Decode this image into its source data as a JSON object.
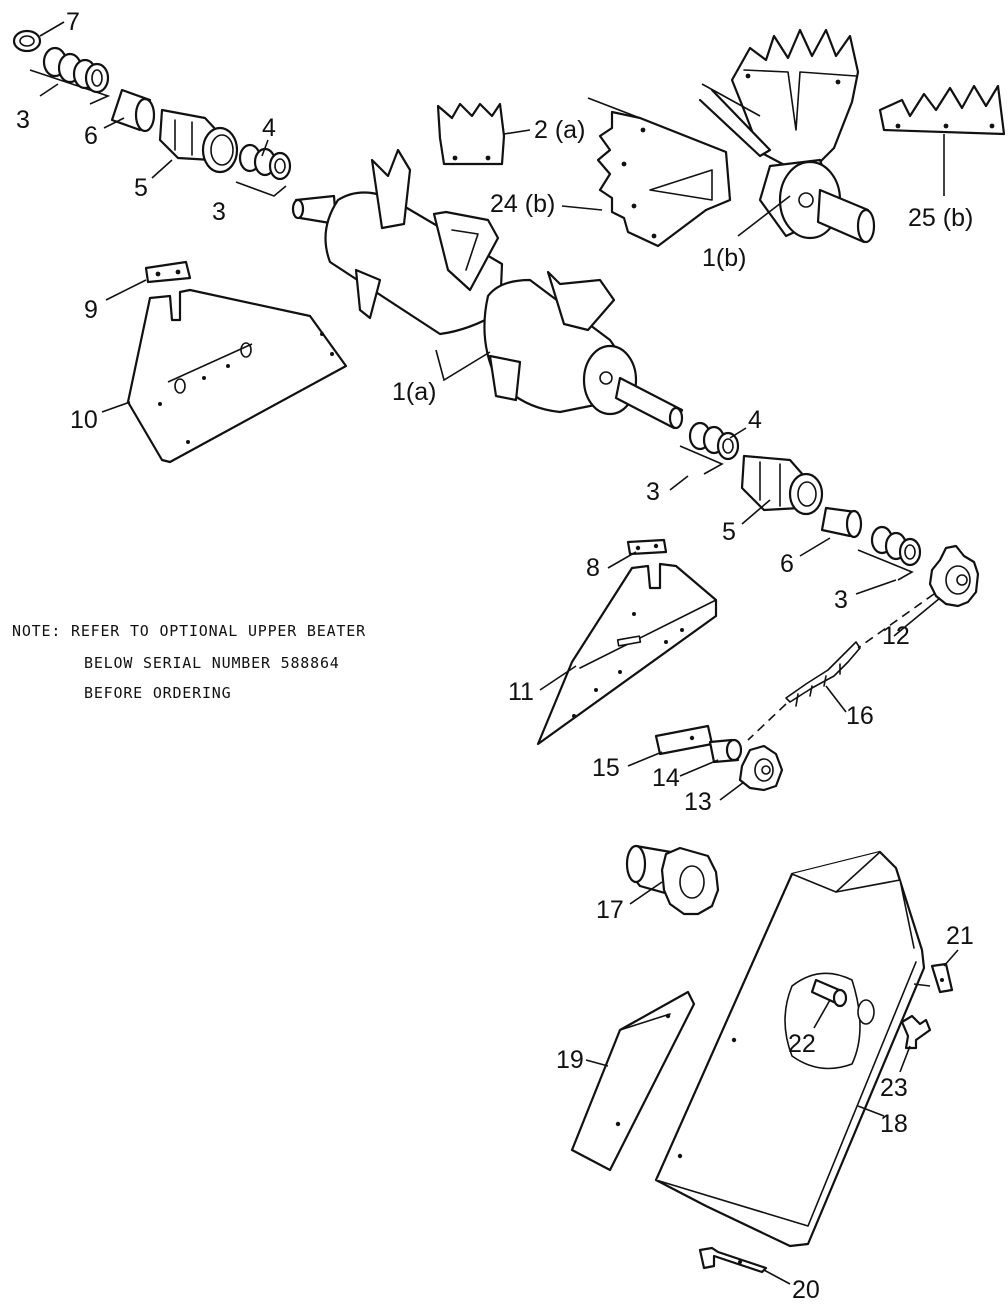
{
  "callouts": {
    "c7": "7",
    "c3_top": "3",
    "c6_top": "6",
    "c5_top": "5",
    "c4_top": "4",
    "c3_b": "3",
    "c2a": "2 (a)",
    "c24b": "24 (b)",
    "c1b": "1(b)",
    "c25b": "25 (b)",
    "c9": "9",
    "c10": "10",
    "c1a": "1(a)",
    "c4_mid": "4",
    "c3_mid": "3",
    "c5_mid": "5",
    "c6_mid": "6",
    "c3_low": "3",
    "c8": "8",
    "c12": "12",
    "c11": "11",
    "c16": "16",
    "c15": "15",
    "c14": "14",
    "c13": "13",
    "c17": "17",
    "c21": "21",
    "c22": "22",
    "c19": "19",
    "c23": "23",
    "c18": "18",
    "c20": "20"
  },
  "note": {
    "line1": "NOTE: REFER TO OPTIONAL UPPER BEATER",
    "line2": "BELOW SERIAL NUMBER 588864",
    "line3": "BEFORE ORDERING"
  }
}
